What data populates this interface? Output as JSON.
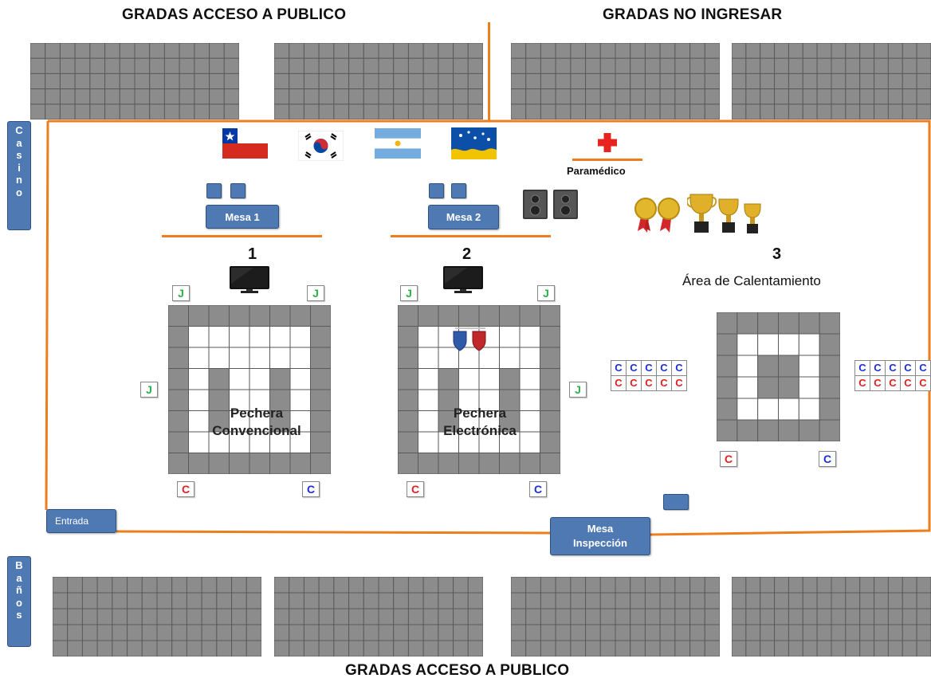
{
  "headings": {
    "top_left": "GRADAS ACCESO A PUBLICO",
    "top_right": "GRADAS NO INGRESAR",
    "bottom": "GRADAS ACCESO A PUBLICO"
  },
  "side_tabs": {
    "casino": [
      "C",
      "a",
      "s",
      "i",
      "n",
      "o"
    ],
    "banos": [
      "B",
      "a",
      "ñ",
      "o",
      "s"
    ]
  },
  "tables": {
    "mesa1": "Mesa 1",
    "mesa2": "Mesa 2",
    "inspeccion_line1": "Mesa",
    "inspeccion_line2": "Inspección",
    "entrada": "Entrada"
  },
  "paramedic": "Paramédico",
  "areas": {
    "area1_number": "1",
    "area2_number": "2",
    "area3_number": "3",
    "area3_title": "Área de Calentamiento",
    "area1_label_line1": "Pechera",
    "area1_label_line2": "Convencional",
    "area2_label_line1": "Pechera",
    "area2_label_line2": "Electrónica"
  },
  "tags": {
    "judge": "J",
    "coach": "C",
    "coach_rows": [
      [
        "C",
        "C",
        "C",
        "C",
        "C"
      ],
      [
        "C",
        "C",
        "C",
        "C",
        "C"
      ]
    ]
  },
  "flags": [
    "chile-flag",
    "south-korea-flag",
    "argentina-flag",
    "magallanes-flag"
  ],
  "colors": {
    "accent_orange": "#ee7d1e",
    "blue_box": "#4f79b3",
    "gray_cell": "#8c8c8c",
    "judge_green": "#2fb14a",
    "coach_red": "#e02020",
    "coach_blue": "#1a2fd6"
  }
}
